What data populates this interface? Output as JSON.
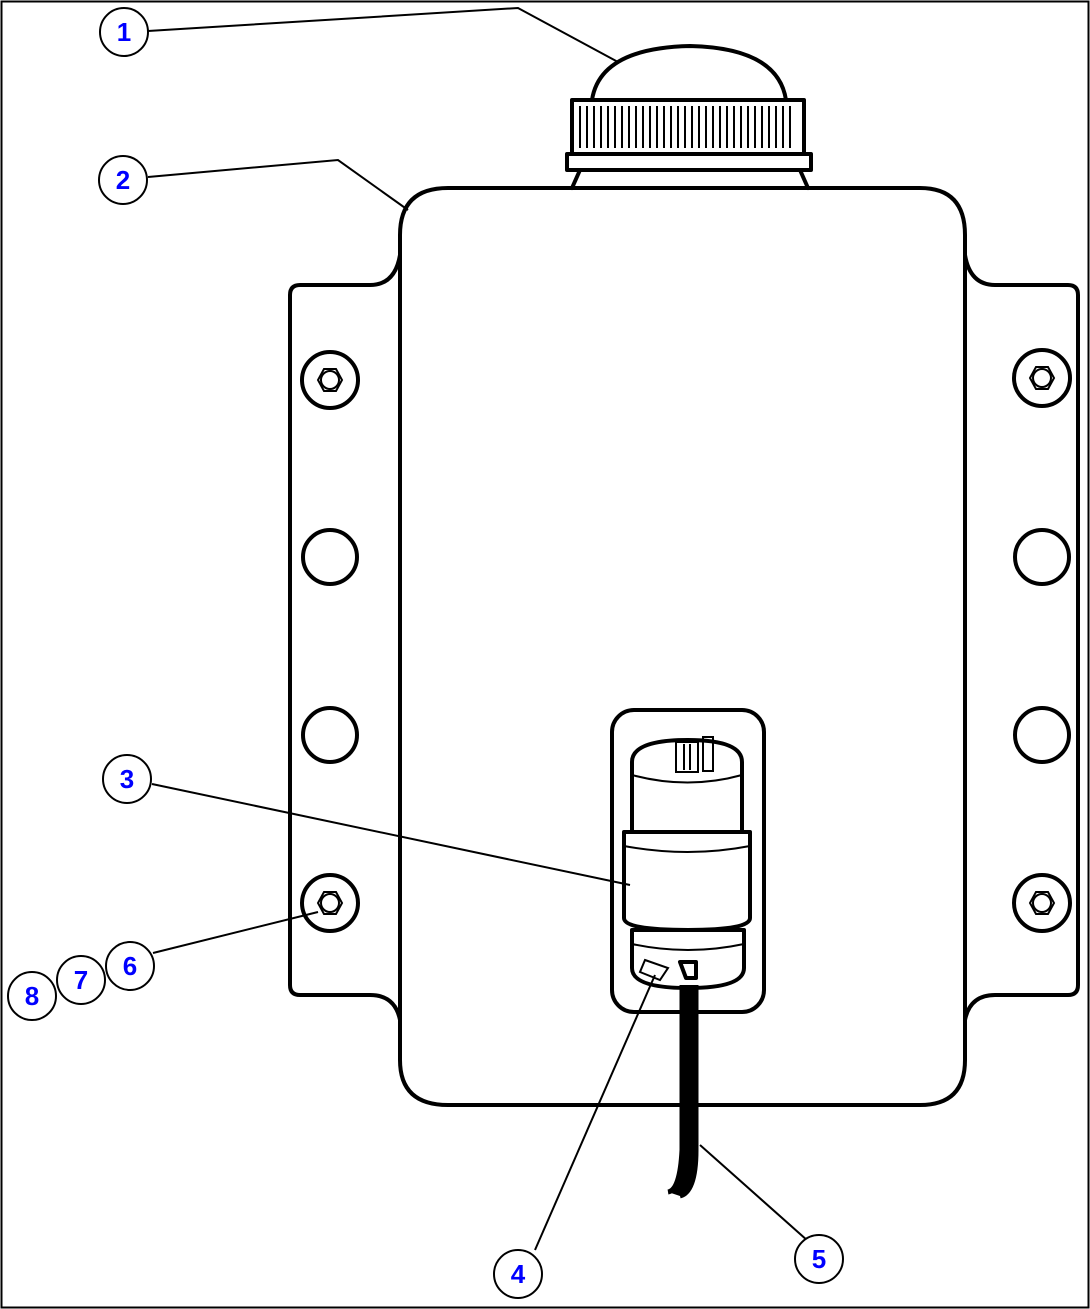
{
  "diagram": {
    "callouts": [
      {
        "id": "1",
        "label": "1"
      },
      {
        "id": "2",
        "label": "2"
      },
      {
        "id": "3",
        "label": "3"
      },
      {
        "id": "4",
        "label": "4"
      },
      {
        "id": "5",
        "label": "5"
      },
      {
        "id": "6",
        "label": "6"
      },
      {
        "id": "7",
        "label": "7"
      },
      {
        "id": "8",
        "label": "8"
      }
    ],
    "colors": {
      "line": "#000000",
      "callout_text": "#0000ff",
      "background": "#ffffff"
    }
  }
}
